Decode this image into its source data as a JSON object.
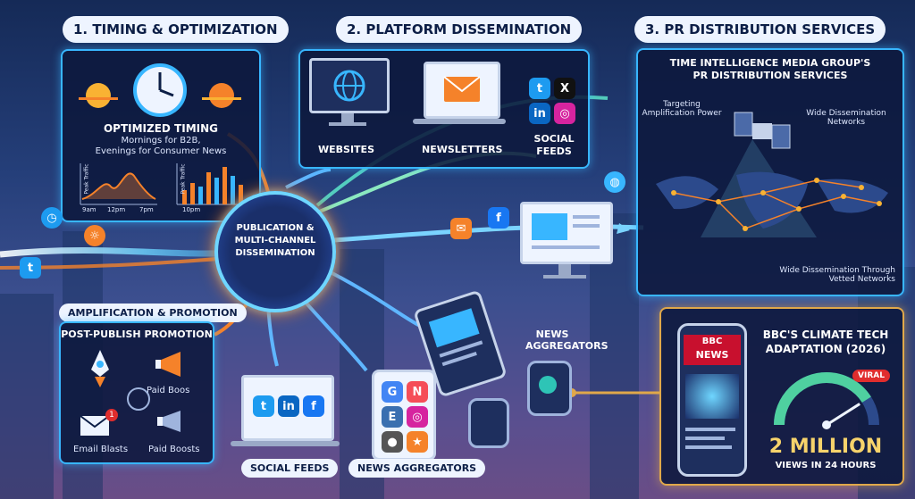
{
  "sections": {
    "timing": {
      "title": "1. TIMING & OPTIMIZATION",
      "heading": "OPTIMIZED TIMING",
      "line1": "Mornings for B2B,",
      "line2": "Evenings for Consumer News",
      "chart1_ylabel": "Peak Traffic",
      "chart1_ticks": [
        "9am",
        "12pm",
        "7pm"
      ],
      "chart2_ylabel": "Peak Traffic",
      "chart2_ticks": [
        "10pm"
      ]
    },
    "platform": {
      "title": "2. PLATFORM DISSEMINATION",
      "websites": "WEBSITES",
      "newsletters": "NEWSLETTERS",
      "social_feeds": "SOCIAL FEEDS"
    },
    "pr": {
      "title": "3. PR DISTRIBUTION SERVICES",
      "heading1": "TIME INTELLIGENCE MEDIA GROUP'S",
      "heading2": "PR DISTRIBUTION SERVICES",
      "targeting": "Targeting Amplification Power",
      "wide_networks": "Wide Dissemination Networks",
      "vetted": "Wide Dissemination Through Vetted Networks"
    },
    "center": {
      "line1": "PUBLICATION &",
      "line2": "MULTI-CHANNEL",
      "line3": "DISSEMINATION"
    },
    "amplification": {
      "title": "AMPLIFICATION & PROMOTION",
      "subtitle": "POST-PUBLISH PROMOTION",
      "paid_boos": "Paid Boos",
      "email_blasts": "Email Blasts",
      "paid_boosts": "Paid Boosts",
      "email_badge": "1"
    },
    "bottom": {
      "social_feeds": "SOCIAL FEEDS",
      "news_aggregators": "NEWS AGGREGATORS",
      "news_aggregators_right": "NEWS AGGREGATORS"
    },
    "bbc": {
      "logo": "BBC",
      "news": "NEWS",
      "title1": "BBC'S CLIMATE TECH",
      "title2": "ADAPTATION (2026)",
      "viral": "VIRAL",
      "big": "2 MILLION",
      "sub": "VIEWS IN 24 HOURS",
      "gauge_fraction": 0.82
    }
  },
  "colors": {
    "accent_blue": "#38b6ff",
    "orange": "#f5822a",
    "gold": "#e0a84a",
    "twitter": "#1d9bf0",
    "linkedin": "#0a66c2",
    "facebook": "#1877f2"
  }
}
